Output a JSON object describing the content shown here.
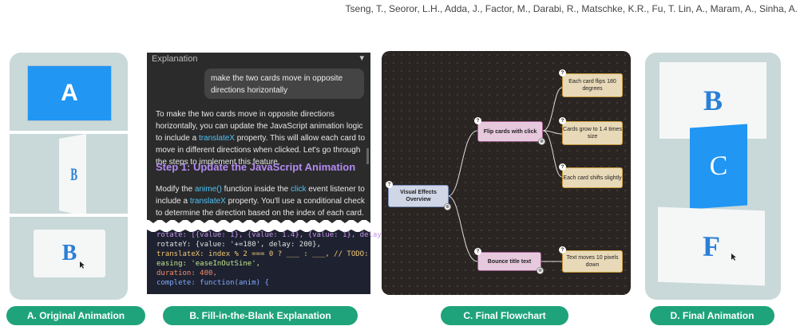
{
  "header": "Tseng, T., Seoror, L.H., Adda, J., Factor, M., Darabi, R., Matschke, K.R., Fu, T. Lin, A., Maram, A., Sinha, A.",
  "panelA": {
    "card_top": "A",
    "card_mid": "B",
    "card_bottom": "B"
  },
  "panelB": {
    "title": "Explanation",
    "user_message": "make the two cards move in opposite directions horizontally",
    "para1_a": "To make the two cards move in opposite directions horizontally, you can update the JavaScript animation logic to include a ",
    "para1_hl": "translateX",
    "para1_b": " property. This will allow each card to move in different directions when clicked. Let's go through the steps to implement this feature.",
    "step_heading": "Step 1: Update the JavaScript Animation",
    "para2_a": "Modify the ",
    "para2_hl1": "anime()",
    "para2_b": " function inside the ",
    "para2_hl2": "click",
    "para2_c": " event listener to include a ",
    "para2_hl3": "translateX",
    "para2_d": " property. You'll use a conditional check to determine the direction based on the index of each card.",
    "code_lines": [
      "rotate: [{value: 1}, {value: 1.4}, {value: 1}, delay",
      "rotateY: {value: '+=180', delay: 200},",
      "translateX: index % 2 === 0 ? ___ : ___, // TODO: ",
      "easing: 'easeInOutSine',",
      "duration: 400,",
      "complete: function(anim) {"
    ]
  },
  "panelC": {
    "root": "Visual Effects Overview",
    "mid1": "Flip cards with click",
    "mid2": "Bounce title text",
    "leaf1": "Each card flips 180 degrees",
    "leaf2": "Cards grow to 1.4 times size",
    "leaf3": "Each card shifts slightly",
    "leaf4": "Text moves 10 pixels down",
    "q_mark": "?",
    "k_mark": "⊗"
  },
  "panelD": {
    "card_top": "B",
    "card_mid": "C",
    "card_bottom": "F"
  },
  "labels": {
    "a": "A. Original Animation",
    "b": "B. Fill-in-the-Blank Explanation",
    "c": "C. Final Flowchart",
    "d": "D. Final Animation"
  }
}
